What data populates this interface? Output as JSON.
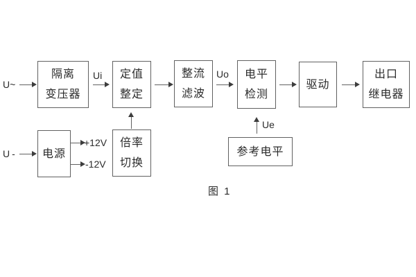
{
  "diagram": {
    "type": "block-diagram",
    "caption": "图 1",
    "colors": {
      "line": "#606060",
      "arrowhead": "#3d3d3d",
      "text": "#2b2b2b",
      "background": "#ffffff"
    },
    "blocks": [
      {
        "id": "isolation-transformer",
        "lines": [
          "隔离",
          "变压器"
        ]
      },
      {
        "id": "setting-adjustment",
        "lines": [
          "定值",
          "整定"
        ]
      },
      {
        "id": "rectify-filter",
        "lines": [
          "整流",
          "滤波"
        ]
      },
      {
        "id": "level-detection",
        "lines": [
          "电平",
          "检测"
        ]
      },
      {
        "id": "drive",
        "lines": [
          "驱动"
        ]
      },
      {
        "id": "output-relay",
        "lines": [
          "出口",
          "继电器"
        ]
      },
      {
        "id": "power-supply",
        "lines": [
          "电源"
        ]
      },
      {
        "id": "ratio-switching",
        "lines": [
          "倍率",
          "切换"
        ]
      },
      {
        "id": "reference-level",
        "lines": [
          "参考电平"
        ]
      }
    ],
    "signals": {
      "input_ac": "U~",
      "input_dc": "U-",
      "ui": "Ui",
      "uo": "Uo",
      "ue": "Ue",
      "plus12": "+12V",
      "minus12": "-12V"
    },
    "connections": [
      "U~ → 隔离变压器",
      "隔离变压器 →(Ui) 定值整定",
      "定值整定 → 整流滤波",
      "整流滤波 →(Uo) 电平检测",
      "电平检测 → 驱动",
      "驱动 → 出口继电器",
      "U- → 电源",
      "电源 → +12V",
      "电源 → -12V",
      "倍率切换 ↑ 定值整定",
      "参考电平 ↑(Ue) 电平检测"
    ]
  }
}
